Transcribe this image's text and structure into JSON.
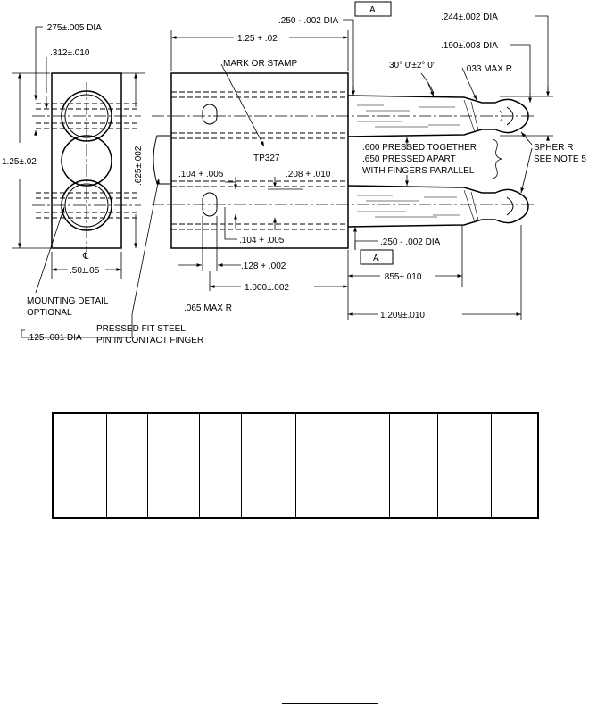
{
  "drawing": {
    "labels": {
      "dia_275": ".275±.005 DIA",
      "dim_312": ".312±.010",
      "dim_125_height": "1.25±.02",
      "dim_625": ".625±.002",
      "centerline_mark": "℄",
      "dim_50": ".50±.05",
      "mounting_detail_1": "MOUNTING DETAIL",
      "mounting_detail_2": "OPTIONAL",
      "pin_dia": ".125-.001 DIA",
      "pin_note_1": "PRESSED FIT STEEL",
      "pin_note_2": "PIN IN CONTACT FINGER",
      "dia_250_top": ".250 - .002 DIA",
      "datum_a_top": "A",
      "dim_125_length": "1.25 + .02",
      "mark_or_stamp": "MARK OR STAMP",
      "part_number": "TP327",
      "dim_104_top": ".104 + .005",
      "dim_208": ".208 + .010",
      "dim_104_bottom": ".104 + .005",
      "dim_128": ".128 + .002",
      "dim_065": ".065 MAX R",
      "dim_1000": "1.000±.002",
      "dia_244": ".244±.002 DIA",
      "dia_190": ".190±.003 DIA",
      "angle": "30° 0'±2° 0'",
      "max_r_033": ".033 MAX R",
      "pressed_together": ".600 PRESSED TOGETHER",
      "pressed_apart": ".650 PRESSED APART",
      "fingers_parallel": "WITH FINGERS PARALLEL",
      "spher_r": "SPHER R",
      "see_note": "SEE NOTE 5",
      "dia_250_bottom": ".250 - .002 DIA",
      "datum_a_bottom": "A",
      "dim_855": ".855±.010",
      "dim_1209": "1.209±.010"
    }
  },
  "table": {
    "columns": [
      "",
      "",
      "",
      "",
      "",
      "",
      "",
      "",
      "",
      ""
    ]
  }
}
